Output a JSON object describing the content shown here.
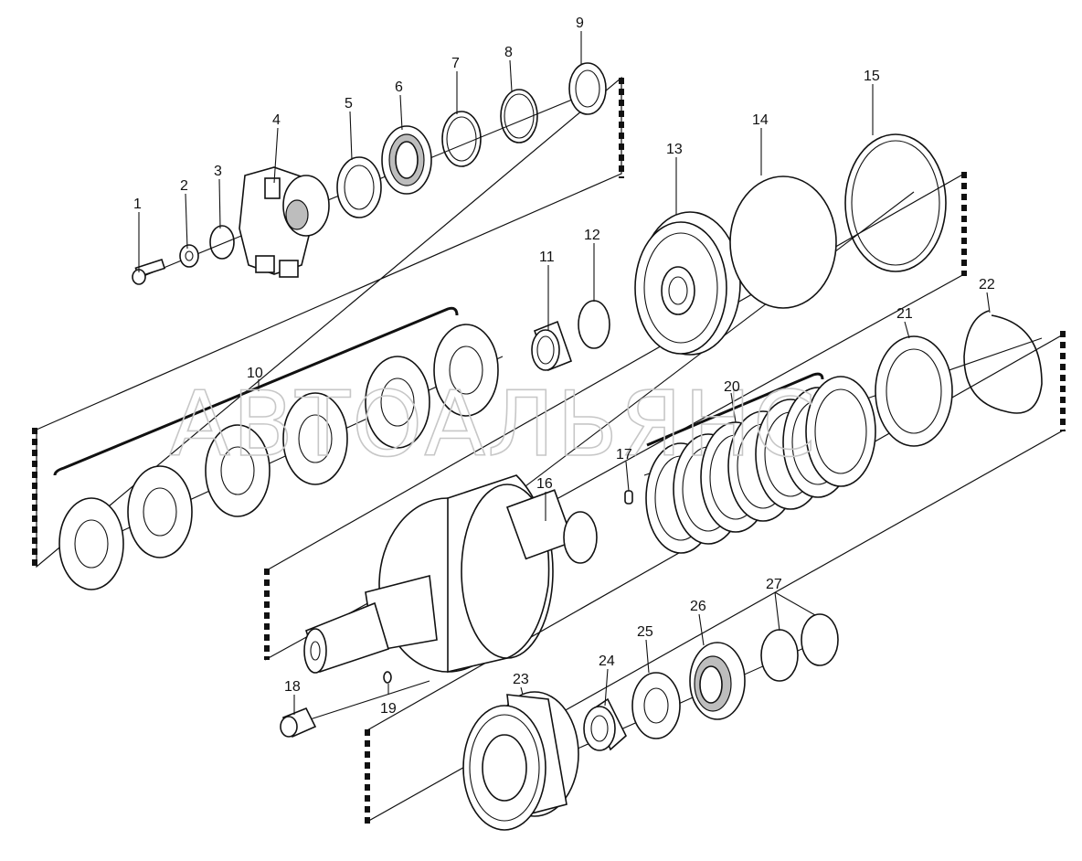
{
  "watermark": "АВТОАЛЬЯНС",
  "callouts": [
    {
      "id": "1",
      "label": "1"
    },
    {
      "id": "2",
      "label": "2"
    },
    {
      "id": "3",
      "label": "3"
    },
    {
      "id": "4",
      "label": "4"
    },
    {
      "id": "5",
      "label": "5"
    },
    {
      "id": "6",
      "label": "6"
    },
    {
      "id": "7",
      "label": "7"
    },
    {
      "id": "8",
      "label": "8"
    },
    {
      "id": "9",
      "label": "9"
    },
    {
      "id": "10",
      "label": "10"
    },
    {
      "id": "11",
      "label": "11"
    },
    {
      "id": "12",
      "label": "12"
    },
    {
      "id": "13",
      "label": "13"
    },
    {
      "id": "14",
      "label": "14"
    },
    {
      "id": "15",
      "label": "15"
    },
    {
      "id": "16",
      "label": "16"
    },
    {
      "id": "17",
      "label": "17"
    },
    {
      "id": "18",
      "label": "18"
    },
    {
      "id": "19",
      "label": "19"
    },
    {
      "id": "20",
      "label": "20"
    },
    {
      "id": "21",
      "label": "21"
    },
    {
      "id": "22",
      "label": "22"
    },
    {
      "id": "23",
      "label": "23"
    },
    {
      "id": "24",
      "label": "24"
    },
    {
      "id": "25",
      "label": "25"
    },
    {
      "id": "26",
      "label": "26"
    },
    {
      "id": "27",
      "label": "27"
    }
  ]
}
